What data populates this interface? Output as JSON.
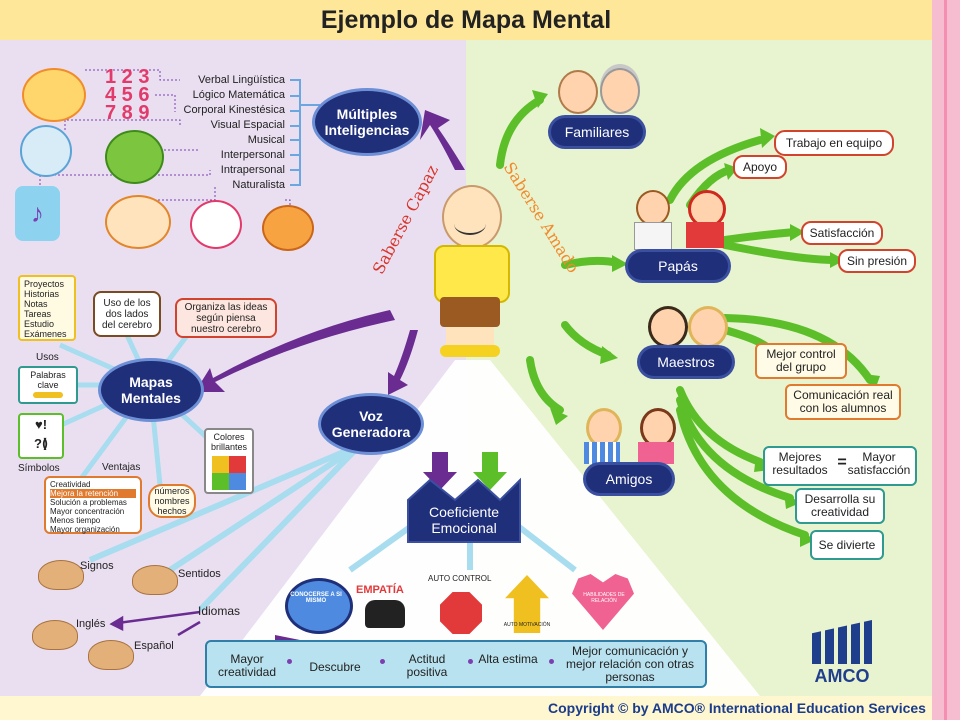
{
  "title": "Ejemplo de Mapa Mental",
  "copyright": "Copyright © by AMCO® International Education Services",
  "logo_text": "AMCO",
  "center": {
    "left_label": "Saberse Capaz",
    "right_label": "Saberse Amado"
  },
  "multiples": {
    "label": "Múltiples Inteligencias",
    "items": [
      "Verbal Lingüística",
      "Lógico Matemática",
      "Corporal Kinestésica",
      "Visual Espacial",
      "Musical",
      "Interpersonal",
      "Intrapersonal",
      "Naturalista"
    ]
  },
  "mapas": {
    "label": "Mapas Mentales",
    "list": [
      "Proyectos",
      "Historias",
      "Notas",
      "Tareas",
      "Estudio",
      "Exámenes"
    ],
    "usos": "Usos",
    "palabras": "Palabras clave",
    "simbolos": "Símbolos",
    "uso_dos": "Uso de los dos lados del cerebro",
    "organiza": "Organiza las ideas según piensa nuestro cerebro",
    "colores": "Colores brillantes",
    "ventajas": "Ventajas",
    "ventajas_list": [
      "Creatividad",
      "Mejora la retención",
      "Solución a problemas",
      "Mayor concentración",
      "Menos tiempo",
      "Mayor organización"
    ],
    "numeros": "números nombres hechos"
  },
  "voz": {
    "label": "Voz Generadora",
    "signos": "Signos",
    "sentidos": "Sentidos",
    "idiomas": "Idiomas",
    "ingles": "Inglés",
    "espanol": "Español"
  },
  "coeficiente": {
    "label": "Coeficiente Emocional",
    "icons": [
      "CONOCERSE A SI MISMO",
      "EMPATÍA",
      "AUTO CONTROL",
      "AUTO MOTIVACIÓN",
      "HABILIDADES DE RELACIÓN"
    ],
    "results": [
      "Mayor creatividad",
      "Descubre",
      "Actitud positiva",
      "Alta estima",
      "Mejor comunicación y mejor relación con otras personas"
    ]
  },
  "familiares": {
    "label": "Familiares"
  },
  "papas": {
    "label": "Papás",
    "items": [
      "Trabajo en equipo",
      "Apoyo",
      "Satisfacción",
      "Sin presión"
    ]
  },
  "maestros": {
    "label": "Maestros",
    "items": [
      "Mejor control del grupo",
      "Comunicación real con los alumnos"
    ]
  },
  "amigos": {
    "label": "Amigos",
    "mejores": "Mejores resultados",
    "equals": "=",
    "mayor": "Mayor satisfacción",
    "items": [
      "Desarrolla su creatividad",
      "Se divierte"
    ]
  },
  "colors": {
    "navy": "#1f2f7a",
    "green": "#5cbf2a",
    "purple": "#6a2c91",
    "teal": "#2f9a8f",
    "orange": "#e07a2e",
    "lightblue": "#a8dcef"
  }
}
